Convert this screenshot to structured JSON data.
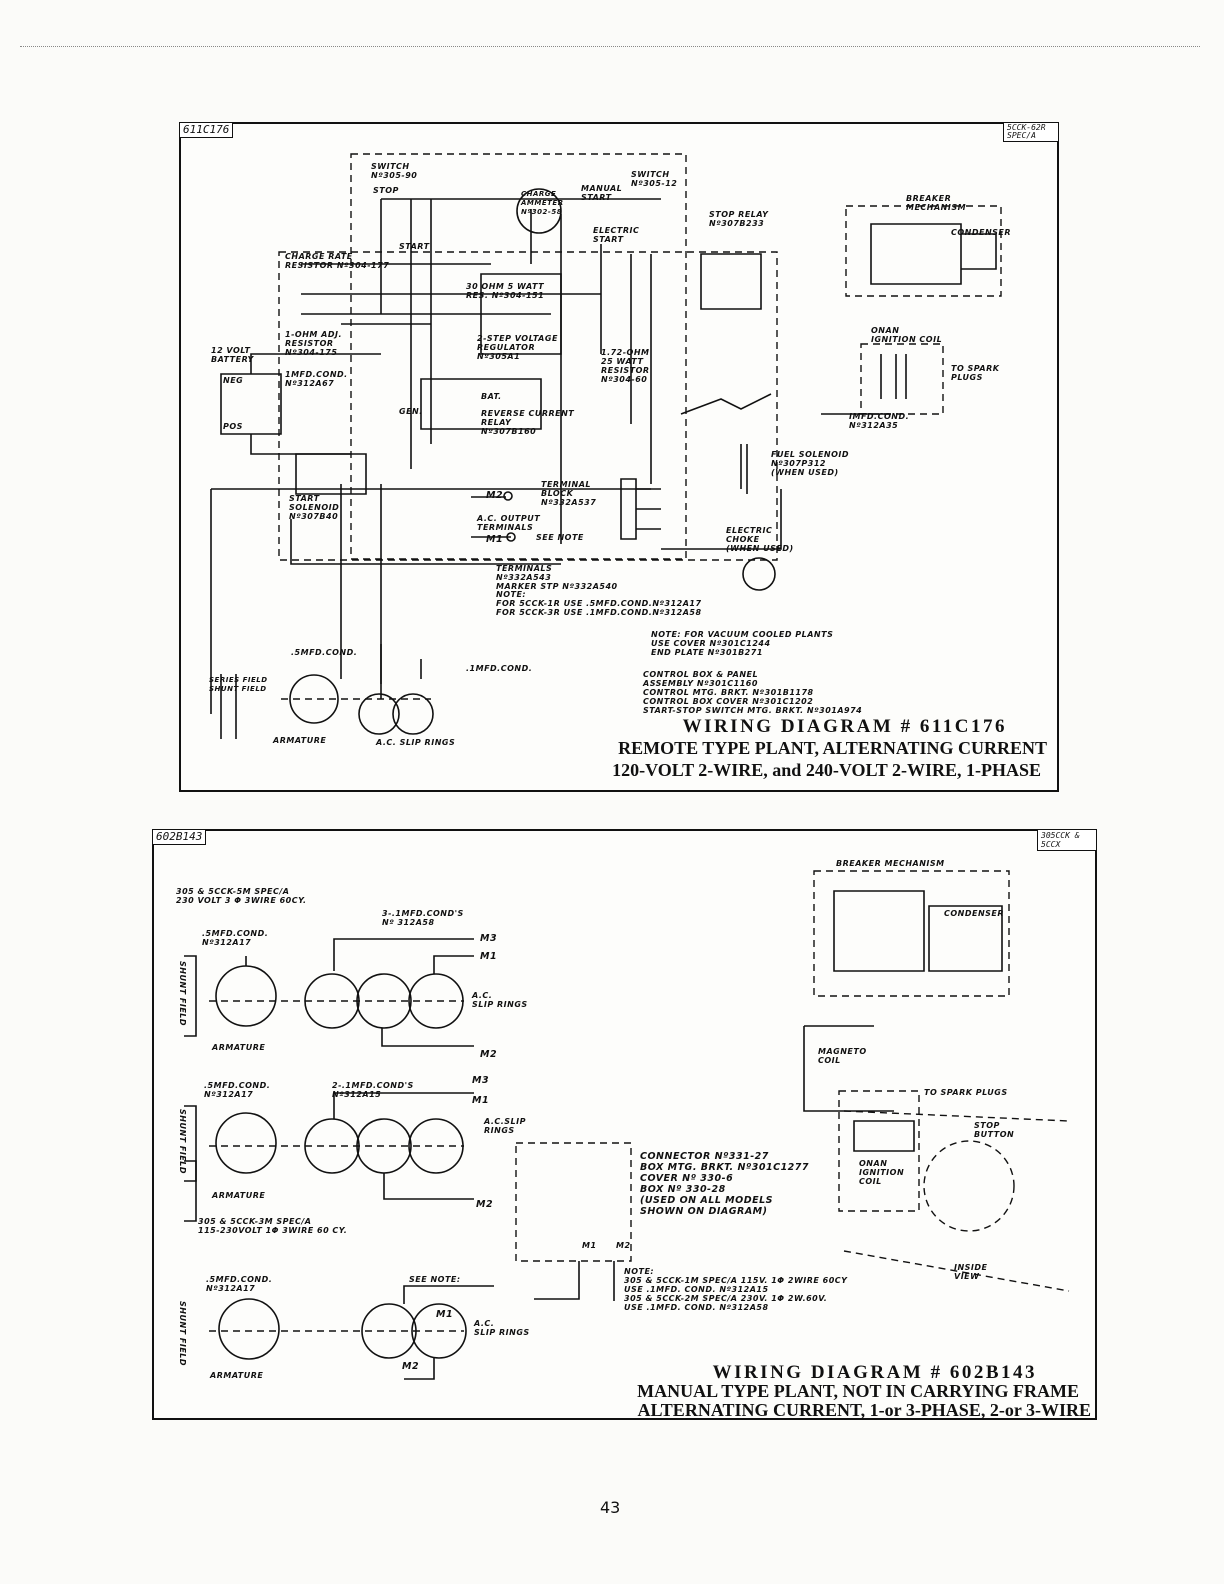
{
  "page": {
    "number": "43"
  },
  "diagram1": {
    "id_tag": "611C176",
    "corner_tag": "5CCK-62R SPEC/A",
    "title_line1": "WIRING DIAGRAM # 611C176",
    "title_line2": "REMOTE TYPE PLANT, ALTERNATING CURRENT",
    "title_line3": "120-VOLT 2-WIRE, and 240-VOLT 2-WIRE, 1-PHASE",
    "labels": {
      "switch1": "SWITCH\nNº305-90",
      "stop": "STOP",
      "start": "START",
      "charge_ammeter": "CHARGE\nAMMETER\nNº302-58",
      "manual_start": "MANUAL\nSTART",
      "switch2": "SWITCH\nNº305-12",
      "electric_start": "ELECTRIC\nSTART",
      "stop_relay": "STOP RELAY\nNº307B233",
      "breaker": "BREAKER\nMECHANISM",
      "condenser": "CONDENSER",
      "charge_resistor": "CHARGE RATE\nRESISTOR Nº304-177",
      "resistor_30": "30 OHM 5 WATT\nRES. Nº304-151",
      "ohm_resistor": "1-OHM ADJ.\nRESISTOR\nNº304-175",
      "battery": "12 VOLT\nBATTERY",
      "neg": "NEG",
      "pos": "POS",
      "cond_1mfd": "1MFD.COND.\nNº312A67",
      "step_voltage": "2-STEP VOLTAGE\nREGULATOR\nNº305A1",
      "resistor_172": "1.72-OHM\n25 WATT\nRESISTOR\nNº304-60",
      "reverse_current": "REVERSE CURRENT\nRELAY\nNº307B160",
      "bat": "BAT.",
      "gen": "GEN.",
      "onan_coil": "ONAN\nIGNITION COIL",
      "spark_plugs": "TO SPARK\nPLUGS",
      "cond_imfd": "IMFD.COND.\nNº312A35",
      "fuel_solenoid": "FUEL SOLENOID\nNº307P312\n(WHEN USED)",
      "start_solenoid": "START\nSOLENOID\nNº307B40",
      "terminal_block": "TERMINAL\nBLOCK\nNº332A537",
      "ac_output": "A.C. OUTPUT\nTERMINALS",
      "m2": "M2",
      "m1": "M1",
      "see_note": "SEE NOTE",
      "electric_choke": "ELECTRIC\nCHOKE\n(WHEN USED)",
      "terminals": "TERMINALS\nNº332A543\nMARKER STP Nº332A540",
      "note": "NOTE:\nFOR 5CCK-1R USE .5MFD.COND.Nº312A17\nFOR 5CCK-3R USE .1MFD.COND.Nº312A58",
      "note_vacuum": "NOTE: FOR VACUUM COOLED PLANTS\nUSE COVER Nº301C1244\nEND PLATE Nº301B271",
      "control_box": "CONTROL BOX & PANEL\nASSEMBLY Nº301C1160\nCONTROL MTG. BRKT. Nº301B1178\nCONTROL BOX COVER Nº301C1202\nSTART-STOP SWITCH MTG. BRKT. Nº301A974",
      "cond_5mfd": ".5MFD.COND.",
      "imfd_cond": ".1MFD.COND.",
      "series_shunt": "SERIES FIELD\nSHUNT FIELD",
      "armature": "ARMATURE",
      "slip_rings": "A.C. SLIP RINGS"
    }
  },
  "diagram2": {
    "id_tag": "602B143",
    "corner_tag": "305CCK & 5CCX",
    "title_line1": "WIRING DIAGRAM # 602B143",
    "title_line2": "MANUAL TYPE PLANT, NOT IN CARRYING FRAME",
    "title_line3": "ALTERNATING CURRENT, 1-or 3-PHASE, 2-or 3-WIRE",
    "labels": {
      "spec_5m": "305 & 5CCK-5M SPEC/A\n230 VOLT 3 Φ 3WIRE 60CY.",
      "conds_3": "3-.1MFD.COND'S\nNº 312A58",
      "cond_5mfd_a": ".5MFD.COND.\nNº312A17",
      "m3_a": "M3",
      "m1_a": "M1",
      "ac_slip_a": "A.C.\nSLIP RINGS",
      "shunt_a": "SHUNT FIELD",
      "armature_a": "ARMATURE",
      "m2_a": "M2",
      "cond_5mfd_b": ".5MFD.COND.\nNº312A17",
      "conds_2": "2-.1MFD.COND'S\nNº312A15",
      "m3_b": "M3",
      "m1_b": "M1",
      "ac_slip_b": "A.C.SLIP\nRINGS",
      "shunt_b": "SHUNT FIELD",
      "armature_b": "ARMATURE",
      "m2_b": "M2",
      "spec_3m": "305 & 5CCK-3M SPEC/A\n115-230VOLT 1Φ 3WIRE 60 CY.",
      "connector": "CONNECTOR Nº331-27\nBOX MTG. BRKT. Nº301C1277\nCOVER Nº 330-6\nBOX Nº 330-28\n(USED ON ALL MODELS\nSHOWN ON DIAGRAM)",
      "m1_box": "M1",
      "m2_box": "M2",
      "cond_5mfd_c": ".5MFD.COND.\nNº312A17",
      "see_note": "SEE NOTE:",
      "m1_c": "M1",
      "ac_slip_c": "A.C.\nSLIP RINGS",
      "shunt_c": "SHUNT FIELD",
      "armature_c": "ARMATURE",
      "m2_c": "M2",
      "note": "NOTE:\n305 & 5CCK-1M SPEC/A 115V. 1Φ 2WIRE 60CY\nUSE .1MFD. COND. Nº312A15\n305 & 5CCK-2M SPEC/A 230V. 1Φ 2W.60V.\nUSE .1MFD. COND. Nº312A58",
      "breaker": "BREAKER MECHANISM",
      "condenser": "CONDENSER",
      "magneto": "MAGNETO\nCOIL",
      "spark_plugs": "TO SPARK PLUGS",
      "stop_button": "STOP\nBUTTON",
      "onan_ignition": "ONAN\nIGNITION\nCOIL",
      "inside_view": "INSIDE\nVIEW"
    }
  }
}
